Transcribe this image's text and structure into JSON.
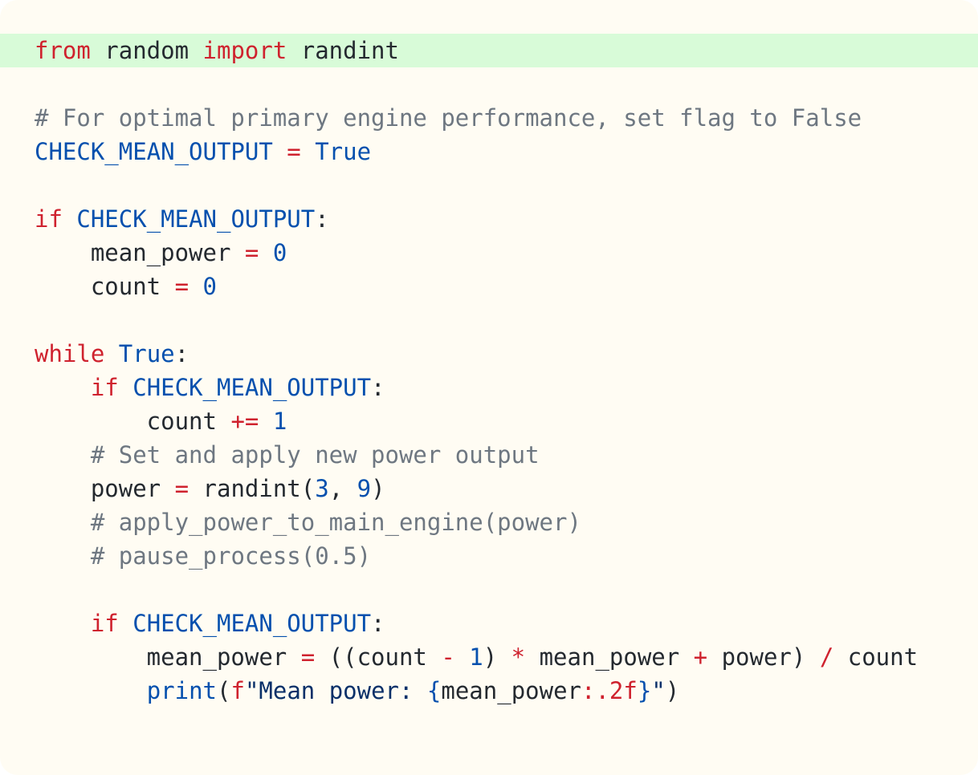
{
  "colors": {
    "background": "#fffcf3",
    "highlight": "#d8fbd8",
    "keyword": "#cf222e",
    "constant": "#0550ae",
    "comment": "#6e7781",
    "string": "#0a3069",
    "text": "#24292f"
  },
  "code": {
    "highlighted_line": 1,
    "lines": [
      [
        {
          "t": "kw",
          "v": "from"
        },
        {
          "t": "pl",
          "v": " random "
        },
        {
          "t": "kw",
          "v": "import"
        },
        {
          "t": "pl",
          "v": " randint"
        }
      ],
      [],
      [
        {
          "t": "cm",
          "v": "# For optimal primary engine performance, set flag to False"
        }
      ],
      [
        {
          "t": "cs",
          "v": "CHECK_MEAN_OUTPUT"
        },
        {
          "t": "pl",
          "v": " "
        },
        {
          "t": "op",
          "v": "="
        },
        {
          "t": "pl",
          "v": " "
        },
        {
          "t": "cs",
          "v": "True"
        }
      ],
      [],
      [
        {
          "t": "kw",
          "v": "if"
        },
        {
          "t": "pl",
          "v": " "
        },
        {
          "t": "cs",
          "v": "CHECK_MEAN_OUTPUT"
        },
        {
          "t": "pl",
          "v": ":"
        }
      ],
      [
        {
          "t": "pl",
          "v": "    mean_power "
        },
        {
          "t": "op",
          "v": "="
        },
        {
          "t": "pl",
          "v": " "
        },
        {
          "t": "nm",
          "v": "0"
        }
      ],
      [
        {
          "t": "pl",
          "v": "    count "
        },
        {
          "t": "op",
          "v": "="
        },
        {
          "t": "pl",
          "v": " "
        },
        {
          "t": "nm",
          "v": "0"
        }
      ],
      [],
      [
        {
          "t": "kw",
          "v": "while"
        },
        {
          "t": "pl",
          "v": " "
        },
        {
          "t": "cs",
          "v": "True"
        },
        {
          "t": "pl",
          "v": ":"
        }
      ],
      [
        {
          "t": "pl",
          "v": "    "
        },
        {
          "t": "kw",
          "v": "if"
        },
        {
          "t": "pl",
          "v": " "
        },
        {
          "t": "cs",
          "v": "CHECK_MEAN_OUTPUT"
        },
        {
          "t": "pl",
          "v": ":"
        }
      ],
      [
        {
          "t": "pl",
          "v": "        count "
        },
        {
          "t": "op",
          "v": "+="
        },
        {
          "t": "pl",
          "v": " "
        },
        {
          "t": "nm",
          "v": "1"
        }
      ],
      [
        {
          "t": "pl",
          "v": "    "
        },
        {
          "t": "cm",
          "v": "# Set and apply new power output"
        }
      ],
      [
        {
          "t": "pl",
          "v": "    power "
        },
        {
          "t": "op",
          "v": "="
        },
        {
          "t": "pl",
          "v": " randint("
        },
        {
          "t": "nm",
          "v": "3"
        },
        {
          "t": "pl",
          "v": ", "
        },
        {
          "t": "nm",
          "v": "9"
        },
        {
          "t": "pl",
          "v": ")"
        }
      ],
      [
        {
          "t": "pl",
          "v": "    "
        },
        {
          "t": "cm",
          "v": "# apply_power_to_main_engine(power)"
        }
      ],
      [
        {
          "t": "pl",
          "v": "    "
        },
        {
          "t": "cm",
          "v": "# pause_process(0.5)"
        }
      ],
      [],
      [
        {
          "t": "pl",
          "v": "    "
        },
        {
          "t": "kw",
          "v": "if"
        },
        {
          "t": "pl",
          "v": " "
        },
        {
          "t": "cs",
          "v": "CHECK_MEAN_OUTPUT"
        },
        {
          "t": "pl",
          "v": ":"
        }
      ],
      [
        {
          "t": "pl",
          "v": "        mean_power "
        },
        {
          "t": "op",
          "v": "="
        },
        {
          "t": "pl",
          "v": " ((count "
        },
        {
          "t": "op",
          "v": "-"
        },
        {
          "t": "pl",
          "v": " "
        },
        {
          "t": "nm",
          "v": "1"
        },
        {
          "t": "pl",
          "v": ") "
        },
        {
          "t": "op",
          "v": "*"
        },
        {
          "t": "pl",
          "v": " mean_power "
        },
        {
          "t": "op",
          "v": "+"
        },
        {
          "t": "pl",
          "v": " power) "
        },
        {
          "t": "op",
          "v": "/"
        },
        {
          "t": "pl",
          "v": " count"
        }
      ],
      [
        {
          "t": "pl",
          "v": "        "
        },
        {
          "t": "bi",
          "v": "print"
        },
        {
          "t": "pl",
          "v": "("
        },
        {
          "t": "kw",
          "v": "f"
        },
        {
          "t": "st",
          "v": "\"Mean power: "
        },
        {
          "t": "cs",
          "v": "{"
        },
        {
          "t": "pl",
          "v": "mean_power"
        },
        {
          "t": "kw",
          "v": ":.2f"
        },
        {
          "t": "cs",
          "v": "}"
        },
        {
          "t": "st",
          "v": "\""
        },
        {
          "t": "pl",
          "v": ")"
        }
      ]
    ]
  }
}
